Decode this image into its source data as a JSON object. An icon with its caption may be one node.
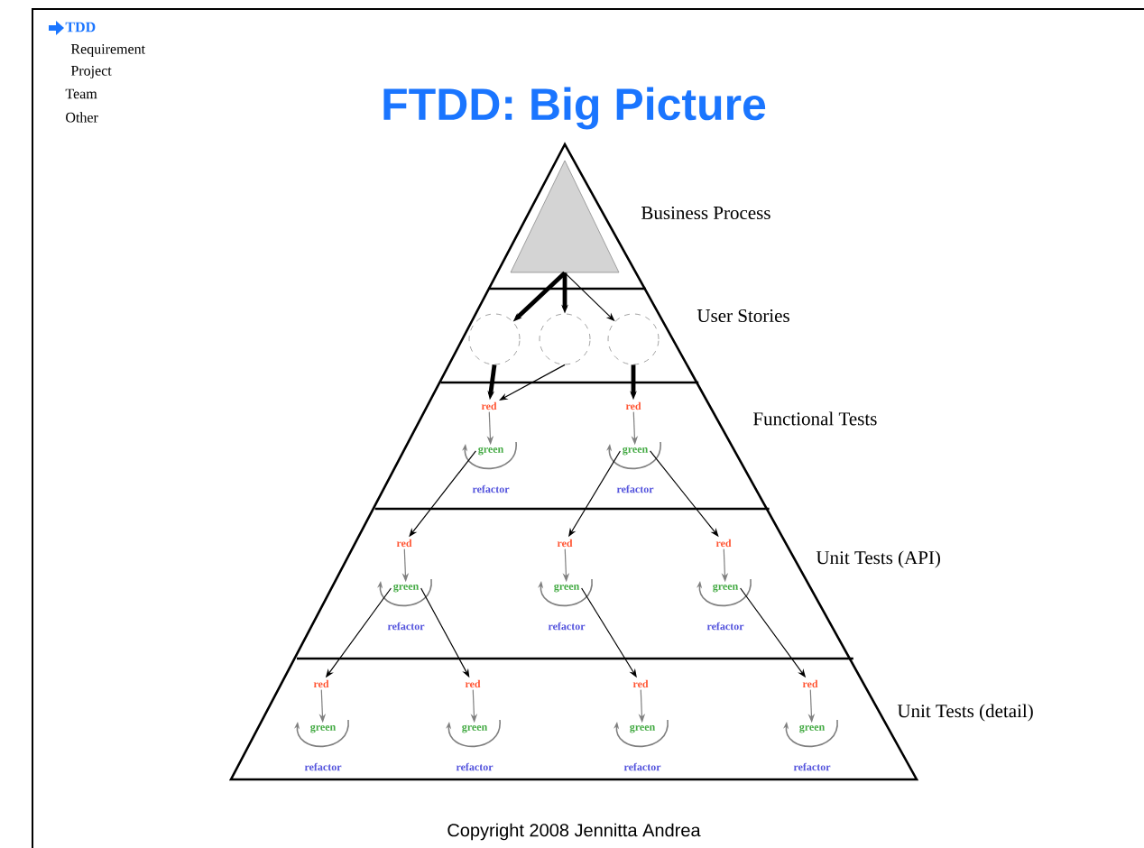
{
  "diagram": {
    "title": "FTDD: Big Picture",
    "caption": "Copyright 2008 Jennitta Andrea",
    "nodes": [
      {
        "text": [],
        "shape": "triangle"
      },
      {
        "text": [],
        "shape": "circle"
      },
      {
        "text": [],
        "shape": "circle"
      },
      {
        "text": [],
        "shape": "circle"
      },
      {
        "text": [
          "red"
        ]
      },
      {
        "text": [
          "green"
        ],
        "beside": [
          "refactor"
        ]
      },
      {
        "text": [
          "red"
        ]
      },
      {
        "text": [
          "green"
        ],
        "beside": [
          "refactor"
        ]
      },
      {
        "text": [
          "red"
        ]
      },
      {
        "text": [
          "green"
        ],
        "beside": [
          "refactor"
        ]
      },
      {
        "text": [
          "red"
        ]
      },
      {
        "text": [
          "green"
        ],
        "beside": [
          "refactor"
        ]
      },
      {
        "text": [
          "red"
        ]
      },
      {
        "text": [
          "green"
        ],
        "beside": [
          "refactor"
        ]
      },
      {
        "text": [
          "red"
        ]
      },
      {
        "text": [
          "green"
        ],
        "beside": [
          "refactor"
        ]
      },
      {
        "text": [
          "red"
        ]
      },
      {
        "text": [
          "green"
        ],
        "beside": [
          "refactor"
        ]
      },
      {
        "text": [
          "red"
        ]
      },
      {
        "text": [
          "green"
        ],
        "beside": [
          "refactor"
        ]
      },
      {
        "text": [
          "red"
        ]
      },
      {
        "text": [
          "green"
        ],
        "beside": [
          "refactor"
        ]
      }
    ],
    "edges": [
      {
        "from": 0,
        "to": 1,
        "arrow": "to",
        "style": "thick"
      },
      {
        "from": 0,
        "to": 2,
        "arrow": "to",
        "style": "thick"
      },
      {
        "from": 0,
        "to": 3,
        "arrow": "to"
      },
      {
        "from": 1,
        "to": 4,
        "arrow": "to",
        "style": "thick"
      },
      {
        "from": 2,
        "to": 4,
        "arrow": "to"
      },
      {
        "from": 3,
        "to": 6,
        "arrow": "to",
        "style": "thick"
      },
      {
        "from": 4,
        "to": 5,
        "arrow": "to",
        "color": "#808080"
      },
      {
        "from": 6,
        "to": 7,
        "arrow": "to",
        "color": "#808080"
      },
      {
        "from": 5,
        "to": 8,
        "arrow": "to"
      },
      {
        "from": 7,
        "to": 10,
        "arrow": "to"
      },
      {
        "from": 7,
        "to": 12,
        "arrow": "to"
      },
      {
        "from": 8,
        "to": 9,
        "arrow": "to",
        "color": "#808080"
      },
      {
        "from": 10,
        "to": 11,
        "arrow": "to",
        "color": "#808080"
      },
      {
        "from": 12,
        "to": 13,
        "arrow": "to",
        "color": "#808080"
      },
      {
        "from": 9,
        "to": 14,
        "arrow": "to"
      },
      {
        "from": 9,
        "to": 16,
        "arrow": "to"
      },
      {
        "from": 11,
        "to": 18,
        "arrow": "to"
      },
      {
        "from": 13,
        "to": 20,
        "arrow": "to"
      },
      {
        "from": 14,
        "to": 15,
        "arrow": "to",
        "color": "#808080"
      },
      {
        "from": 16,
        "to": 17,
        "arrow": "to",
        "color": "#808080"
      },
      {
        "from": 18,
        "to": 19,
        "arrow": "to",
        "color": "#808080"
      },
      {
        "from": 20,
        "to": 21,
        "arrow": "to",
        "color": "#808080"
      }
    ],
    "labels": [
      "TDD",
      "Requirement",
      "Project",
      "Team",
      "Other",
      "Business Process",
      "User Stories",
      "Functional Tests",
      "Unit Tests (API)",
      "Unit Tests (detail)"
    ]
  }
}
